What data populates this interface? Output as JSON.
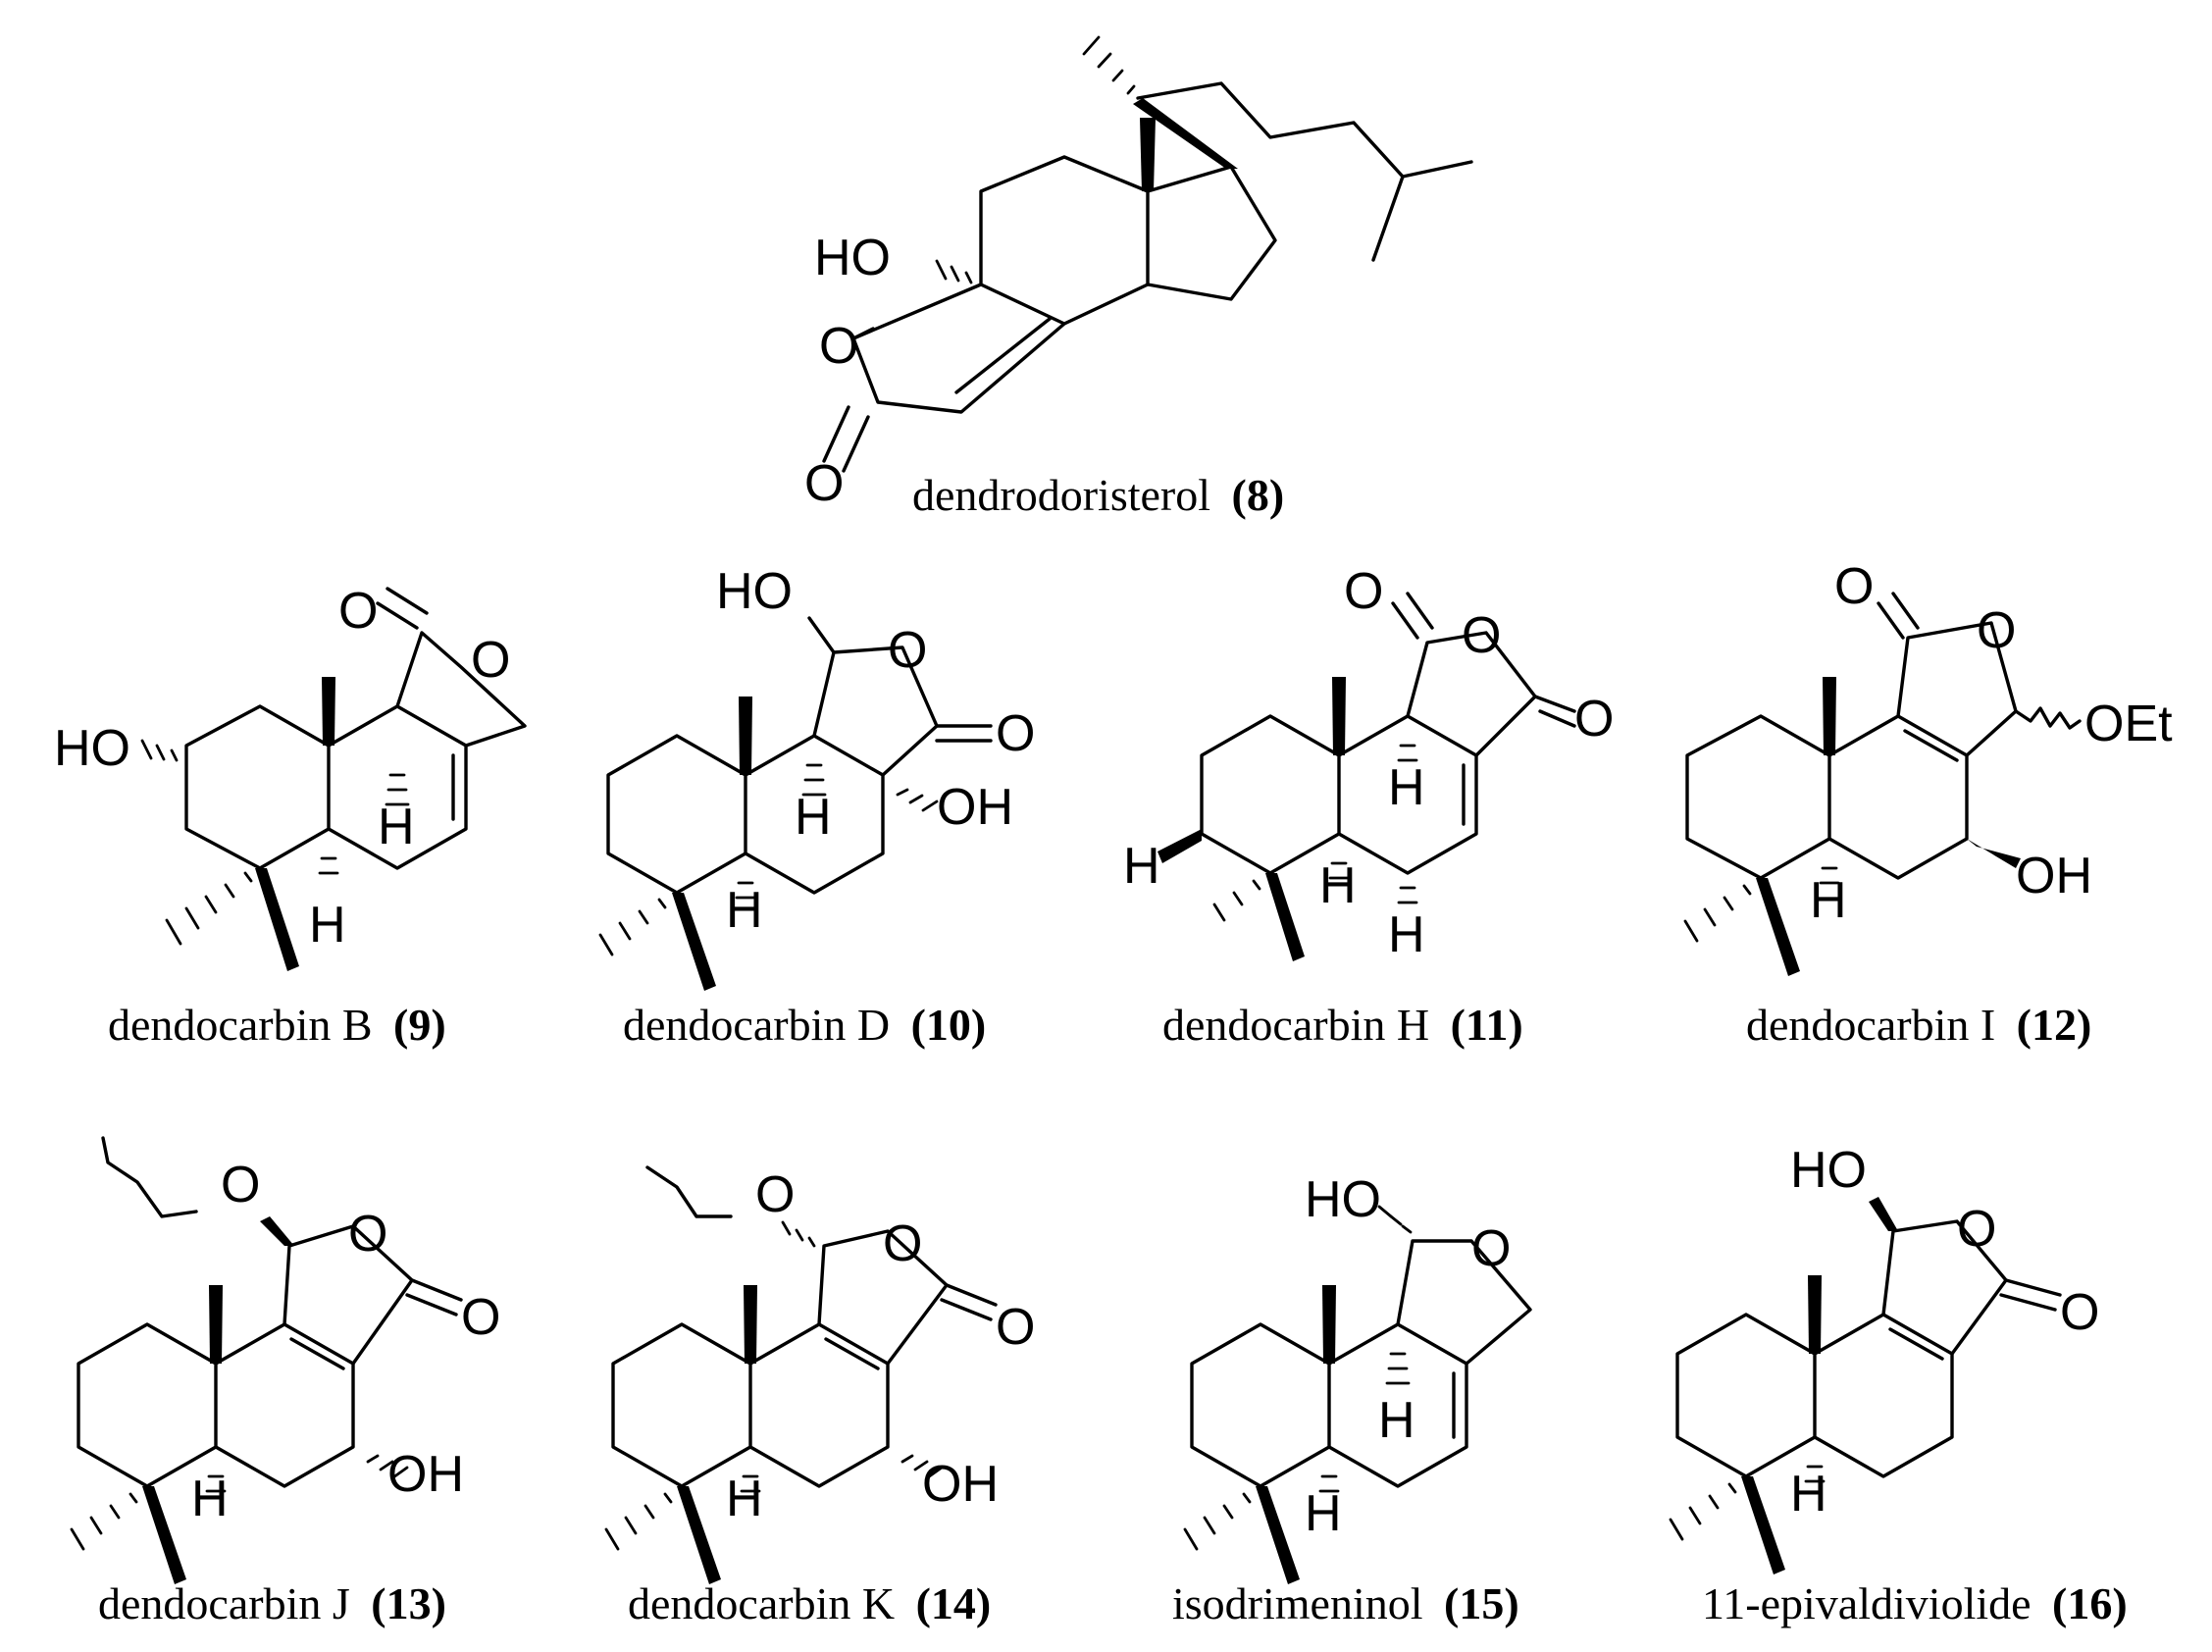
{
  "compounds": [
    {
      "name": "dendrodoristerol",
      "number": "(8)"
    },
    {
      "name": "dendocarbin B",
      "number": "(9)"
    },
    {
      "name": "dendocarbin D",
      "number": "(10)"
    },
    {
      "name": "dendocarbin H",
      "number": "(11)"
    },
    {
      "name": "dendocarbin I",
      "number": "(12)"
    },
    {
      "name": "dendocarbin J",
      "number": "(13)"
    },
    {
      "name": "dendocarbin K",
      "number": "(14)"
    },
    {
      "name": "isodrimeninol",
      "number": "(15)"
    },
    {
      "name": "11-epivaldiviolide",
      "number": "(16)"
    }
  ],
  "atom_labels": {
    "HO": "HO",
    "OH": "OH",
    "O": "O",
    "H": "H",
    "OEt": "OEt"
  }
}
